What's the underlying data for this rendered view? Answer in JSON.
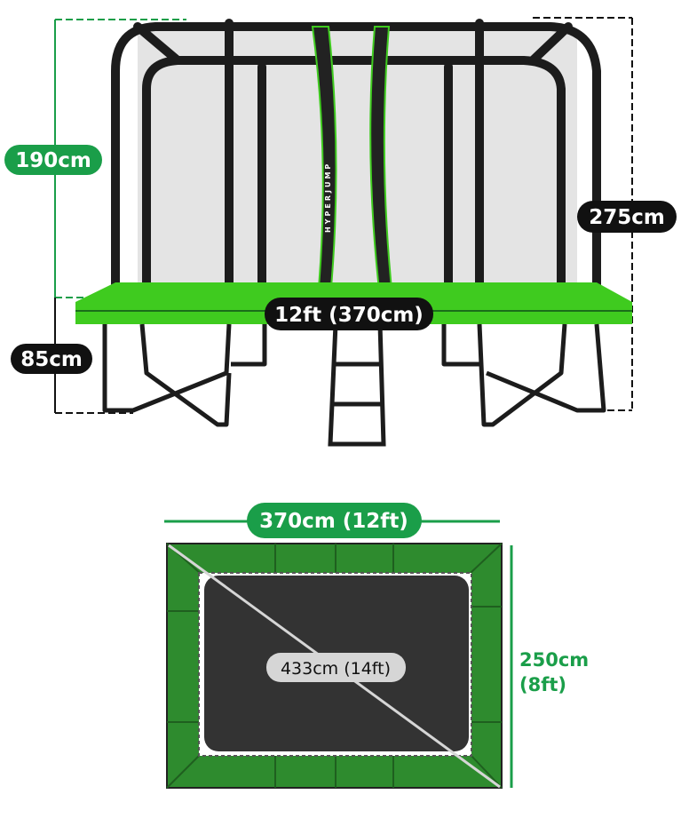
{
  "colors": {
    "brand_green": "#1a9e49",
    "deck_green": "#3fcb1f",
    "pad_green": "#2e8b2e",
    "frame_black": "#1c1c1c",
    "mat_dark": "#333333"
  },
  "side_view": {
    "brand_label": "HYPERJUMP",
    "net_height_label": "190cm",
    "total_height_label": "275cm",
    "deck_height_label": "85cm",
    "length_label": "12ft (370cm)"
  },
  "top_view": {
    "width_label": "370cm (12ft)",
    "diagonal_label": "433cm (14ft)",
    "depth_label_cm": "250cm",
    "depth_label_ft": "(8ft)"
  }
}
